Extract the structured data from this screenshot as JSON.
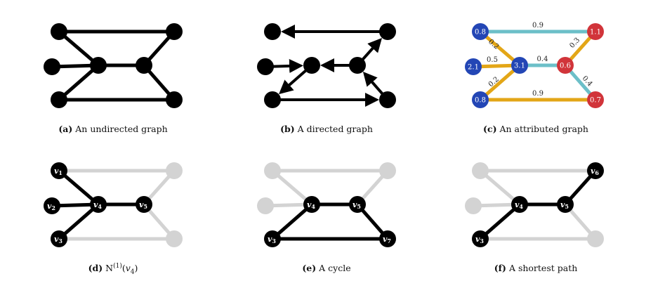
{
  "colors": {
    "black": "#000000",
    "gray": "#d3d3d3",
    "blue_node": "#2346b5",
    "red_node": "#d1343a",
    "orange_edge": "#e3a617",
    "cyan_edge": "#6cbfc8"
  },
  "panels": {
    "a": {
      "tag": "(a)",
      "text": "An undirected graph"
    },
    "b": {
      "tag": "(b)",
      "text": "A directed graph"
    },
    "c": {
      "tag": "(c)",
      "text": "An attributed graph"
    },
    "d": {
      "tag": "(d)",
      "text_main": "N",
      "text_sup": "(1)",
      "text_paren_open": "(",
      "text_var": "v",
      "text_sub": "4",
      "text_paren_close": ")"
    },
    "e": {
      "tag": "(e)",
      "text": "A cycle"
    },
    "f": {
      "tag": "(f)",
      "text": "A shortest path"
    }
  },
  "graph": {
    "nodes": [
      "v1",
      "v2",
      "v3",
      "v4",
      "v5",
      "v6",
      "v7"
    ],
    "edges": [
      [
        "v1",
        "v4"
      ],
      [
        "v2",
        "v4"
      ],
      [
        "v3",
        "v4"
      ],
      [
        "v4",
        "v5"
      ],
      [
        "v5",
        "v6"
      ],
      [
        "v5",
        "v7"
      ],
      [
        "v1",
        "v6"
      ],
      [
        "v3",
        "v7"
      ]
    ]
  },
  "directed_edges": [
    [
      "v6",
      "v1"
    ],
    [
      "v2",
      "v4"
    ],
    [
      "v4",
      "v3"
    ],
    [
      "v5",
      "v4"
    ],
    [
      "v5",
      "v6"
    ],
    [
      "v7",
      "v5"
    ],
    [
      "v3",
      "v7"
    ]
  ],
  "node_labels": {
    "v1": {
      "base": "v",
      "sub": "1"
    },
    "v2": {
      "base": "v",
      "sub": "2"
    },
    "v3": {
      "base": "v",
      "sub": "3"
    },
    "v4": {
      "base": "v",
      "sub": "4"
    },
    "v5": {
      "base": "v",
      "sub": "5"
    },
    "v6": {
      "base": "v",
      "sub": "6"
    },
    "v7": {
      "base": "v",
      "sub": "7"
    }
  },
  "attributed": {
    "node_values": {
      "v1": "0.8",
      "v2": "2.1",
      "v3": "0.8",
      "v4": "3.1",
      "v5": "0.6",
      "v6": "1.1",
      "v7": "0.7"
    },
    "node_colors": {
      "v1": "blue",
      "v2": "blue",
      "v3": "blue",
      "v4": "blue",
      "v5": "red",
      "v6": "red",
      "v7": "red"
    },
    "edge_values": [
      {
        "edge": [
          "v1",
          "v6"
        ],
        "value": "0.9",
        "color": "cyan"
      },
      {
        "edge": [
          "v1",
          "v4"
        ],
        "value": "0.2",
        "color": "orange"
      },
      {
        "edge": [
          "v2",
          "v4"
        ],
        "value": "0.5",
        "color": "orange"
      },
      {
        "edge": [
          "v3",
          "v4"
        ],
        "value": "0.2",
        "color": "orange"
      },
      {
        "edge": [
          "v4",
          "v5"
        ],
        "value": "0.4",
        "color": "cyan"
      },
      {
        "edge": [
          "v5",
          "v6"
        ],
        "value": "0.3",
        "color": "orange"
      },
      {
        "edge": [
          "v5",
          "v7"
        ],
        "value": "0.4",
        "color": "cyan"
      },
      {
        "edge": [
          "v3",
          "v7"
        ],
        "value": "0.9",
        "color": "orange"
      }
    ]
  },
  "neighborhood": {
    "nodes": [
      "v1",
      "v2",
      "v3",
      "v4",
      "v5"
    ],
    "labeled": [
      "v1",
      "v2",
      "v3",
      "v4",
      "v5"
    ],
    "edges": [
      [
        "v1",
        "v4"
      ],
      [
        "v2",
        "v4"
      ],
      [
        "v3",
        "v4"
      ],
      [
        "v4",
        "v5"
      ]
    ]
  },
  "cycle": {
    "nodes": [
      "v3",
      "v4",
      "v5",
      "v7"
    ],
    "labeled": [
      "v3",
      "v4",
      "v5",
      "v7"
    ],
    "edges": [
      [
        "v3",
        "v4"
      ],
      [
        "v4",
        "v5"
      ],
      [
        "v5",
        "v7"
      ],
      [
        "v3",
        "v7"
      ]
    ]
  },
  "shortest_path": {
    "nodes": [
      "v3",
      "v4",
      "v5",
      "v6"
    ],
    "labeled": [
      "v3",
      "v4",
      "v5",
      "v6"
    ],
    "edges": [
      [
        "v3",
        "v4"
      ],
      [
        "v4",
        "v5"
      ],
      [
        "v5",
        "v6"
      ]
    ]
  }
}
